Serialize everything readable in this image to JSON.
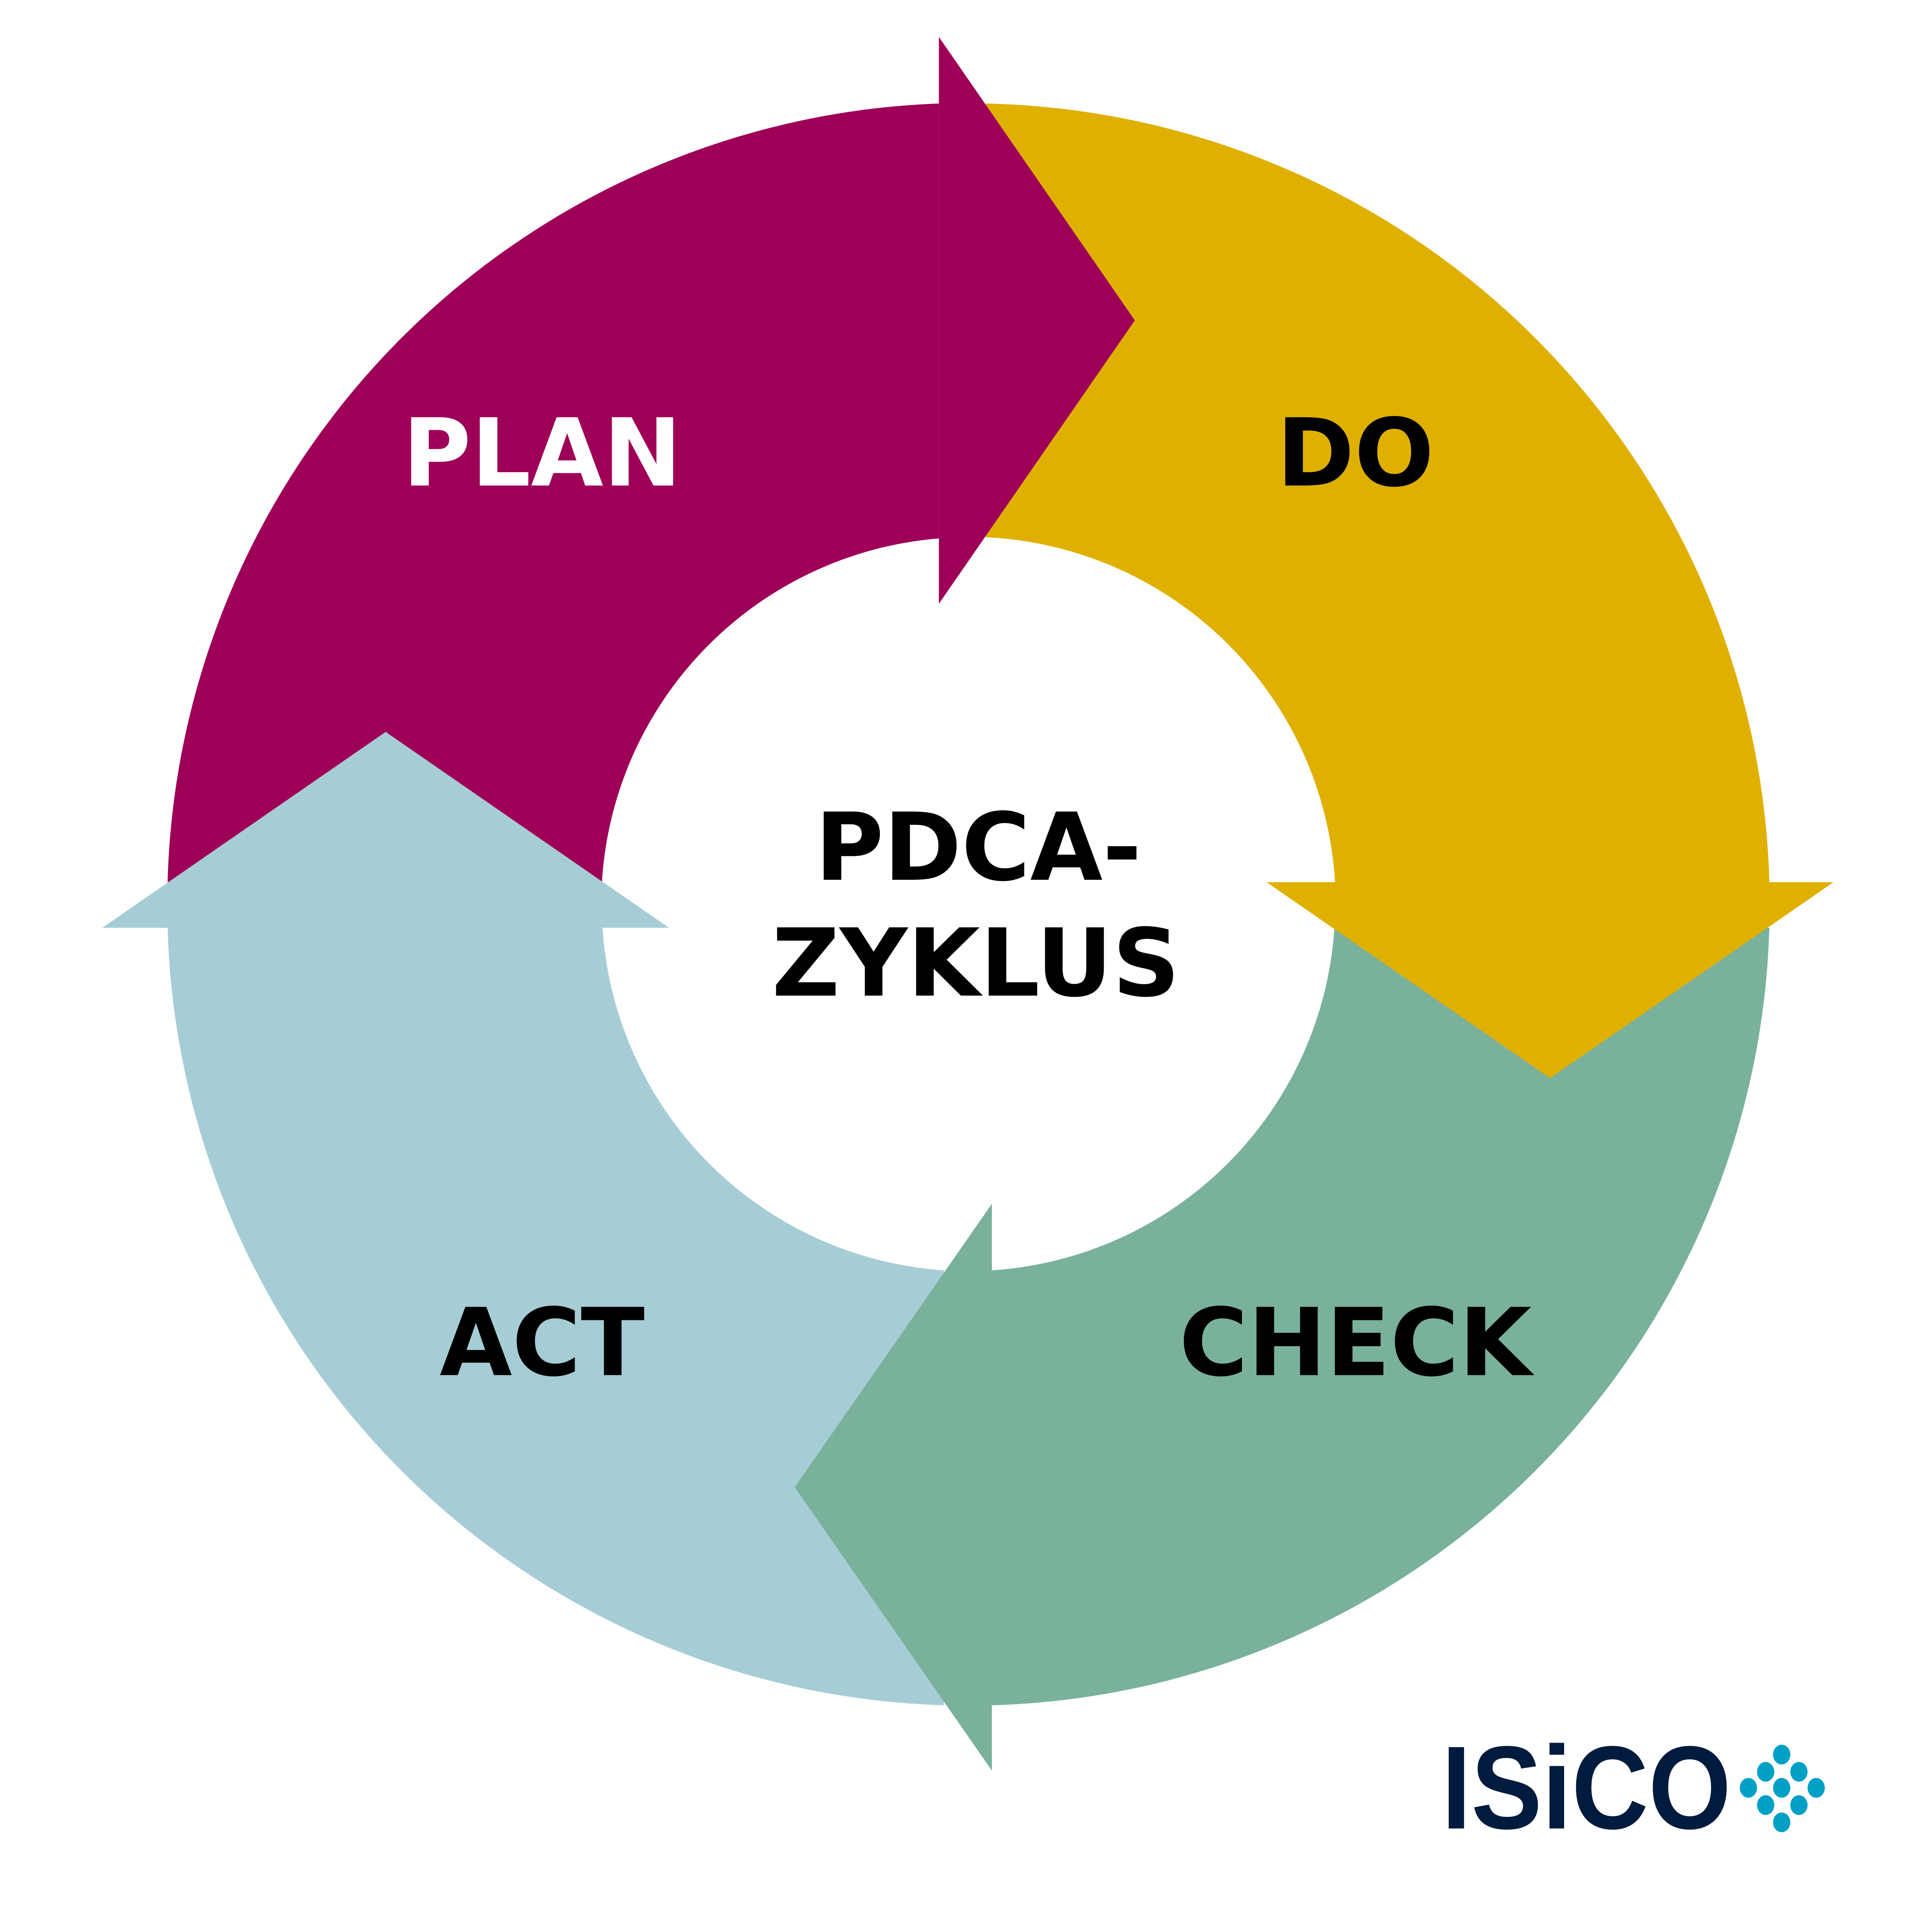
{
  "diagram": {
    "title_line1": "PDCA-",
    "title_line2": "ZYKLUS",
    "phases": [
      {
        "label": "PLAN",
        "color": "#9e0058",
        "text_color": "#ffffff"
      },
      {
        "label": "DO",
        "color": "#e0b000",
        "text_color": "#000000"
      },
      {
        "label": "CHECK",
        "color": "#79b19b",
        "text_color": "#000000"
      },
      {
        "label": "ACT",
        "color": "#a6cdd5",
        "text_color": "#000000"
      }
    ]
  },
  "logo": {
    "text": "ISiCO",
    "text_color": "#001b3d",
    "dot_color": "#00a0c6"
  }
}
